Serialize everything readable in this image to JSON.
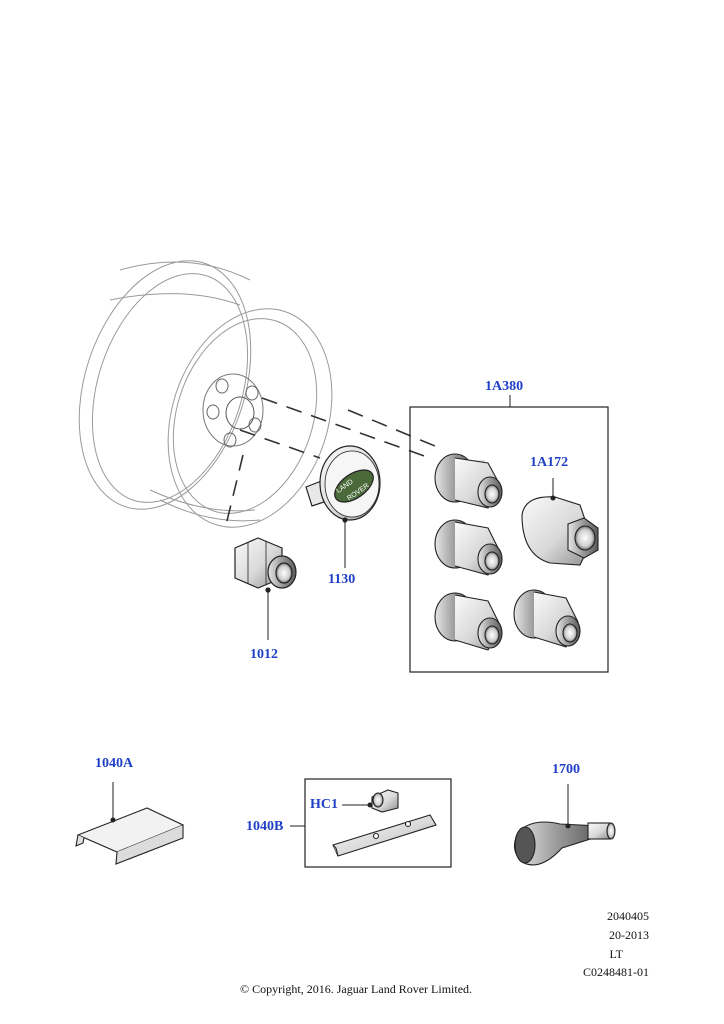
{
  "callouts": {
    "kit": "1A380",
    "locking_nut": "1A172",
    "badge": "1130",
    "wheel_nut": "1012",
    "weight_a": "1040A",
    "weight_b": "1040B",
    "weight_clip": "HC1",
    "valve": "1700"
  },
  "badge_text": {
    "line1": "LAND",
    "line2": "ROVER"
  },
  "reference": {
    "line1": "2040405",
    "line2": "20-2013",
    "line3": "LT",
    "line4": "C0248481-01"
  },
  "copyright": "© Copyright, 2016. Jaguar Land Rover Limited.",
  "colors": {
    "callout": "#1f3fc6",
    "line_art": "#222222",
    "badge_oval": "#4a6a3a"
  }
}
